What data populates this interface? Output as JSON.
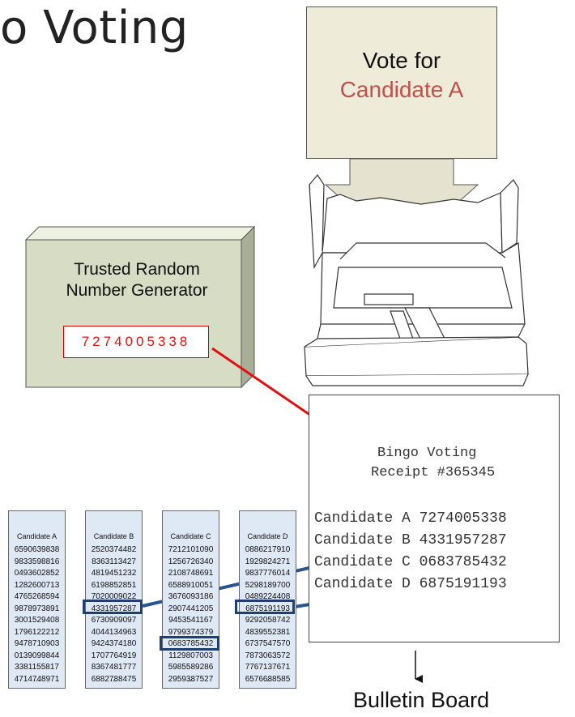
{
  "title": "o Voting",
  "vote_box": {
    "line1": "Vote for",
    "line2": "Candidate A",
    "line2_color": "#c0504d"
  },
  "rng": {
    "label_line1": "Trusted Random",
    "label_line2": "Number Generator",
    "number": "7274005338",
    "number_color": "#e01010"
  },
  "receipt": {
    "title_line1": "Bingo Voting",
    "title_line2": "Receipt #365345",
    "lines": [
      "Candidate A 7274005338",
      "Candidate B 4331957287",
      "Candidate C 0683785432",
      "Candidate D 6875191193"
    ]
  },
  "bulletin_board": {
    "label": "Bulletin Board"
  },
  "columns": [
    {
      "header": "Candidate A",
      "values": [
        "6590639838",
        "9833598816",
        "0493602852",
        "1282600713",
        "4765268594",
        "9878973891",
        "3001529408",
        "1796122212",
        "9478710903",
        "0139099844",
        "3381155817",
        "4714748971"
      ],
      "more": "..."
    },
    {
      "header": "Candidate B",
      "values": [
        "2520374482",
        "8363113427",
        "4819451232",
        "6198852851",
        "7020009022",
        "4331957287",
        "6730909097",
        "4044134963",
        "9424374180",
        "1707764919",
        "8367481777",
        "6882788475"
      ],
      "more": "..."
    },
    {
      "header": "Candidate C",
      "values": [
        "7212101090",
        "1256726340",
        "2108748691",
        "6588910051",
        "3676093186",
        "2907441205",
        "9453541167",
        "9799374379",
        "0683785432",
        "1129807003",
        "5985589286",
        "2959387527"
      ],
      "more": "..."
    },
    {
      "header": "Candidate D",
      "values": [
        "0886217910",
        "1929824271",
        "9837776014",
        "5298189700",
        "0489224408",
        "6875191193",
        "9292058742",
        "4839552381",
        "6737547570",
        "7873063572",
        "7767137671",
        "6576688585"
      ],
      "more": "..."
    }
  ],
  "colors": {
    "arrow_red": "#e01010",
    "arrow_blue": "#2a5490",
    "highlight": "#1f3f73",
    "column_fill": "#dfe8f5",
    "rng_box": "#d7dcc4",
    "vote_box": "#eeebd9"
  }
}
